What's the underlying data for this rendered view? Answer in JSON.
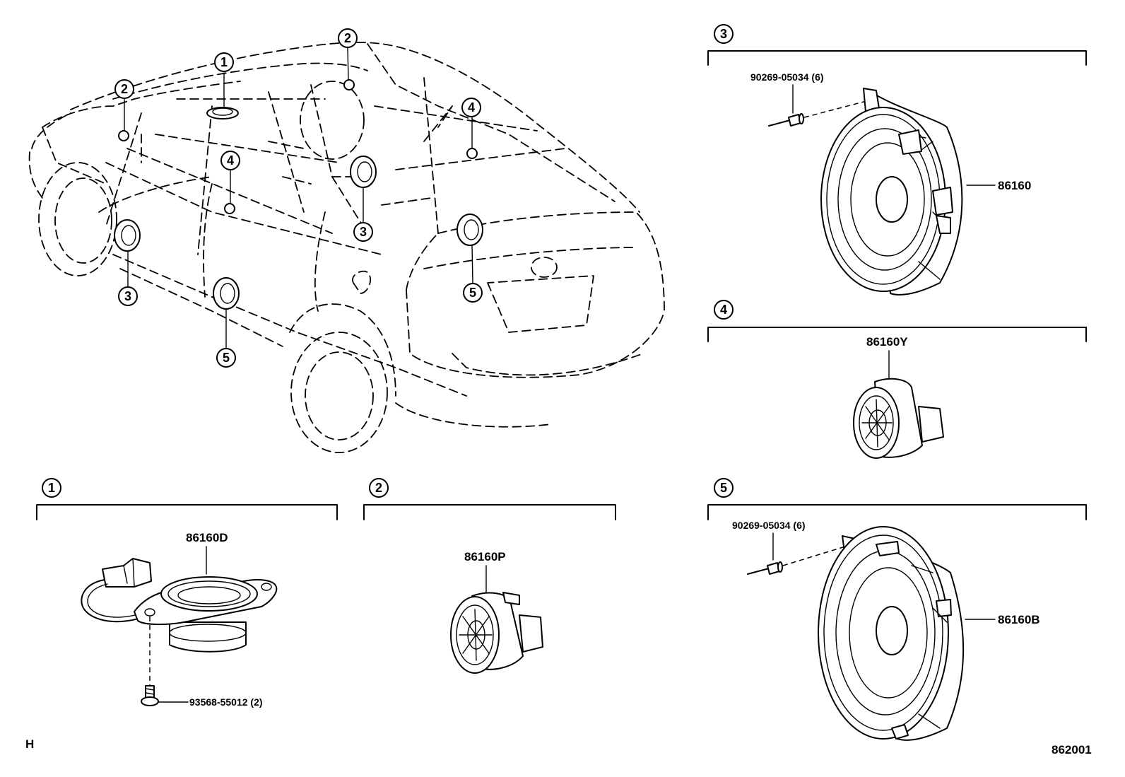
{
  "callouts": {
    "c1": "1",
    "c2": "2",
    "c3": "3",
    "c4": "4",
    "c5": "5"
  },
  "parts": {
    "p86160D": "86160D",
    "p86160P": "86160P",
    "p86160": "86160",
    "p86160Y": "86160Y",
    "p86160B": "86160B",
    "screw_93568": "93568-55012 (2)",
    "rivet_upper": "90269-05034 (6)",
    "rivet_lower": "90269-05034 (6)"
  },
  "footer": {
    "left_code": "H",
    "illustration_id": "862001"
  }
}
